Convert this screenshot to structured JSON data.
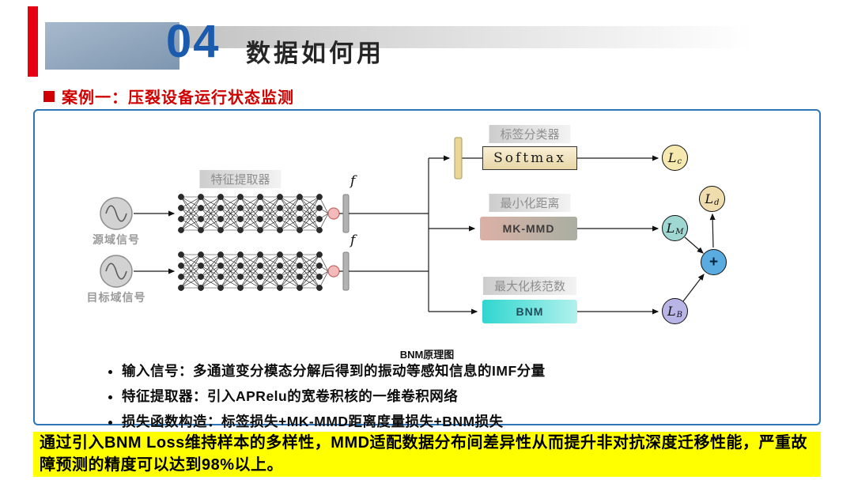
{
  "header": {
    "number": "04",
    "title": "数据如何用"
  },
  "case_title": "案例一：压裂设备运行状态监测",
  "diagram": {
    "source_label": "源域信号",
    "target_label": "目标域信号",
    "extractor_label": "特征提取器",
    "feature_symbol": "f",
    "branches": [
      {
        "label": "标签分类器",
        "box": "Softmax",
        "loss": {
          "main": "L",
          "sub": "c"
        }
      },
      {
        "label": "最小化距离",
        "box": "MK-MMD",
        "loss": {
          "main": "L",
          "sub": "M"
        }
      },
      {
        "label": "最大化核范数",
        "box": "BNM",
        "loss": {
          "main": "L",
          "sub": "B"
        }
      }
    ],
    "total_loss": {
      "main": "L",
      "sub": "d"
    },
    "plus": "+",
    "caption": "BNM原理图"
  },
  "bullets": [
    "输入信号：多通道变分模态分解后得到的振动等感知信息的IMF分量",
    "特征提取器：引入APRelu的宽卷积核的一维卷积网络",
    "损失函数构造：标签损失+MK-MMD距离度量损失+BNM损失"
  ],
  "banner": "通过引入BNM Loss维持样本的多样性，MMD适配数据分布间差异性从而提升非对抗深度迁移性能，严重故障预测的精度可以达到98%以上。",
  "colors": {
    "banner_bg": "#FFFF00",
    "accent_red": "#E60012",
    "case_red": "#D00000",
    "number_blue": "#1B5BAD",
    "box_border_blue": "#2E75B6",
    "softmax_fill": "#F2E4BC",
    "mkmmd_fill_left": "#DCB0A6",
    "mkmmd_fill_right": "#A9AFA2",
    "bnm_fill_left": "#2FD6CF",
    "bnm_fill_right": "#B2F1ED",
    "loss_c_fill": "#F6E9B0",
    "loss_m_fill": "#9FD8D2",
    "loss_b_fill": "#B9B5E6",
    "loss_d_fill": "#F0DDAE",
    "plus_fill": "#5AABDF"
  }
}
